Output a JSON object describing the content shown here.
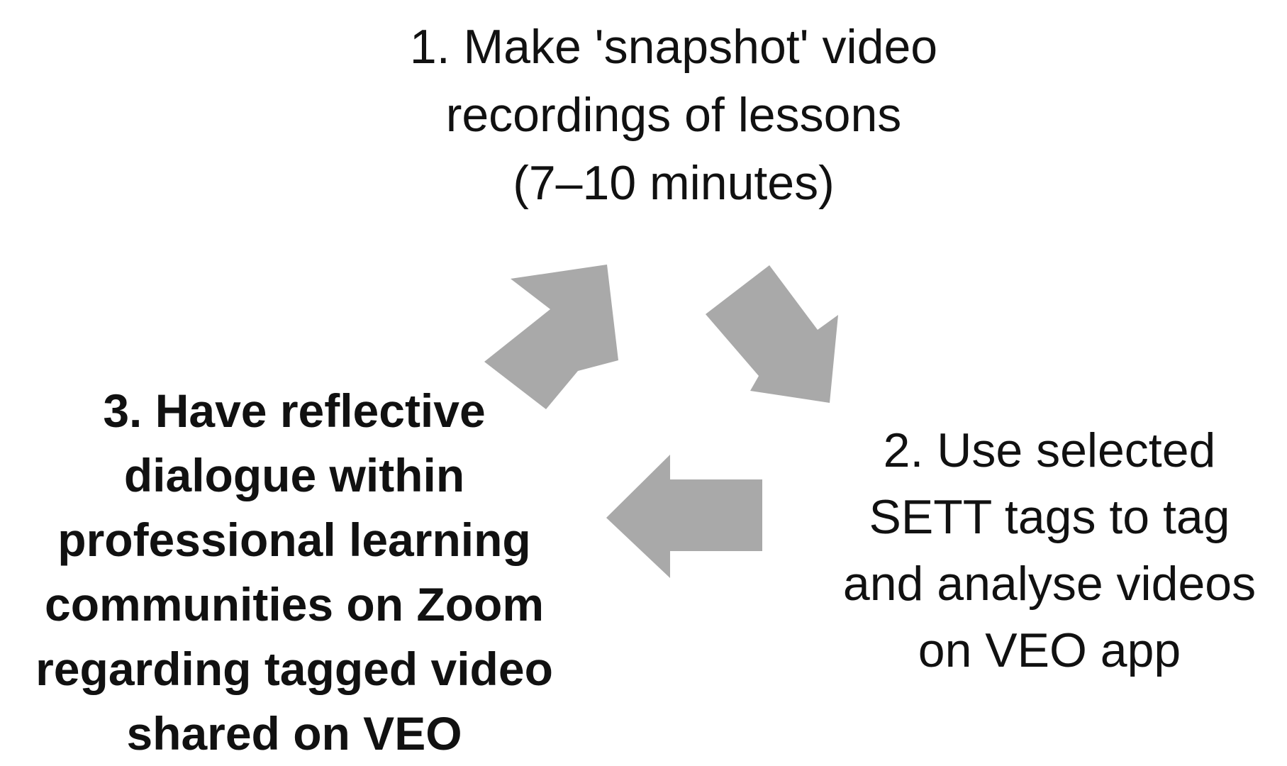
{
  "colors": {
    "arrow_fill": "#a9a9a9",
    "text": "#111111",
    "background": "#ffffff"
  },
  "steps": [
    {
      "id": "step1",
      "lines": [
        "1. Make 'snapshot' video",
        "recordings of lessons",
        "(7–10 minutes)"
      ],
      "bold": false
    },
    {
      "id": "step2",
      "lines": [
        "2. Use selected",
        "SETT tags to tag",
        "and analyse videos",
        "on VEO app"
      ],
      "bold": false
    },
    {
      "id": "step3",
      "lines": [
        "3. Have reflective",
        "dialogue within",
        "professional learning",
        "communities on Zoom",
        "regarding tagged video",
        "shared on VEO"
      ],
      "bold": true
    }
  ],
  "arrows": [
    {
      "from": "step3",
      "to": "step1"
    },
    {
      "from": "step1",
      "to": "step2"
    },
    {
      "from": "step2",
      "to": "step3"
    }
  ]
}
